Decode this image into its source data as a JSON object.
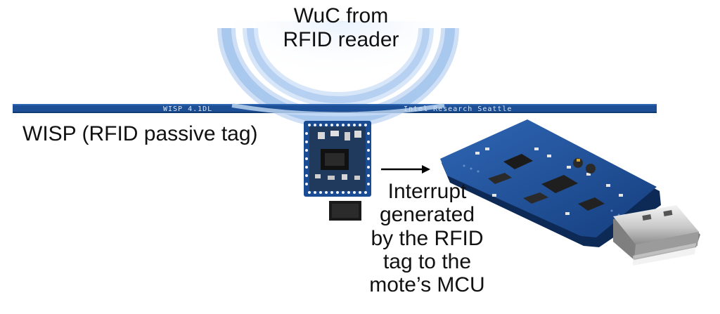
{
  "labels": {
    "wuc_lines": [
      "WuC from",
      "RFID reader"
    ],
    "wisp": "WISP (RFID passive tag)",
    "interrupt_lines": [
      "Interrupt",
      "generated",
      "by the RFID",
      "tag to the",
      "mote’s MCU"
    ]
  },
  "board_silkscreen": {
    "model": "WISP 4.1DL",
    "maker": "Intel Research Seattle"
  },
  "colors": {
    "pcb_blue": "#1c4f96",
    "wave_blue": "#a9c8ee",
    "text": "#111111"
  },
  "icons": {
    "arrow": "right-arrow-icon",
    "waves": "rf-wave-icon"
  }
}
